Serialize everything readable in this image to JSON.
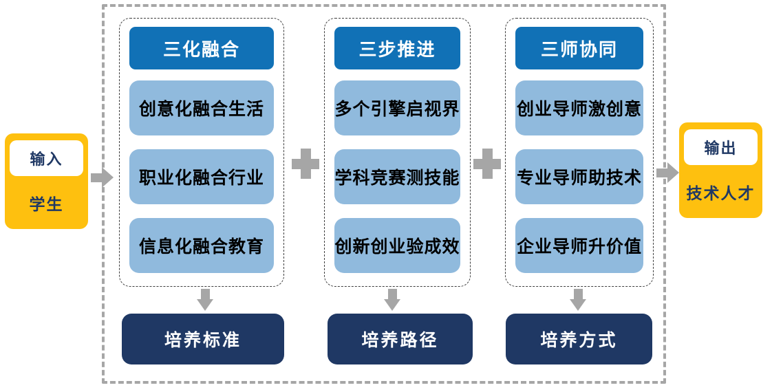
{
  "diagram": {
    "input": {
      "tag": "输入",
      "label": "学生"
    },
    "output": {
      "tag": "输出",
      "label": "技术人才"
    },
    "columns": [
      {
        "header": "三化融合",
        "items": [
          "创意化融合生活",
          "职业化融合行业",
          "信息化融合教育"
        ],
        "result": "培养标准"
      },
      {
        "header": "三步推进",
        "items": [
          "多个引擎启视界",
          "学科竞赛测技能",
          "创新创业验成效"
        ],
        "result": "培养路径"
      },
      {
        "header": "三师协同",
        "items": [
          "创业导师激创意",
          "专业导师助技术",
          "企业导师升价值"
        ],
        "result": "培养方式"
      }
    ]
  },
  "colors": {
    "accent_yellow": "#FEC00F",
    "header_blue": "#1171B6",
    "item_blue": "#90BADD",
    "result_navy": "#1F3864",
    "connector_gray": "#A6A6A6",
    "column_border": "#3C3C3C",
    "item_text": "#000000"
  }
}
